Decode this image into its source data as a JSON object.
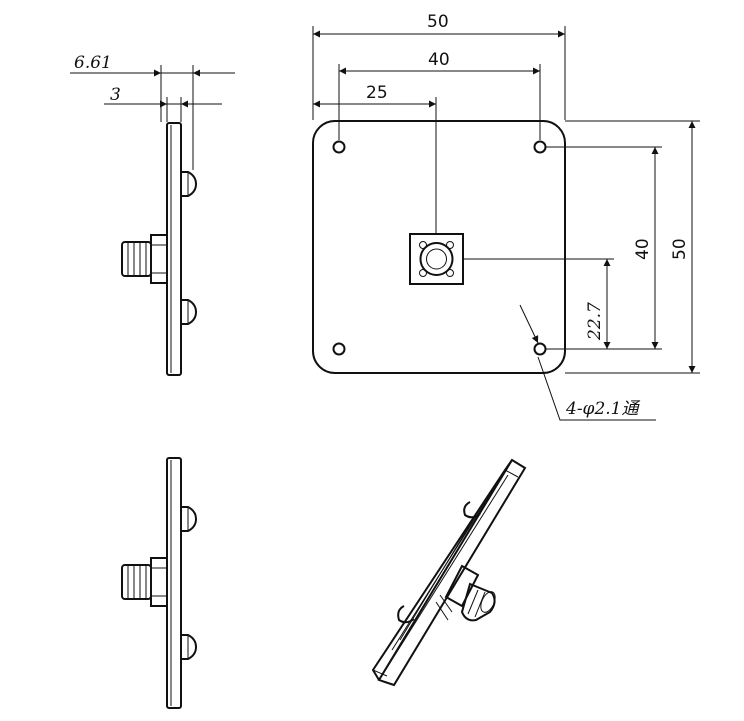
{
  "drawing": {
    "dims": {
      "width_overall": "50",
      "hole_spacing_x": "40",
      "center_x": "25",
      "height_overall": "50",
      "hole_spacing_y": "40",
      "center_y": "22.7",
      "side_total_thickness": "6.61",
      "side_plate_thickness": "3"
    },
    "hole_callout": "4-φ2.1通"
  }
}
